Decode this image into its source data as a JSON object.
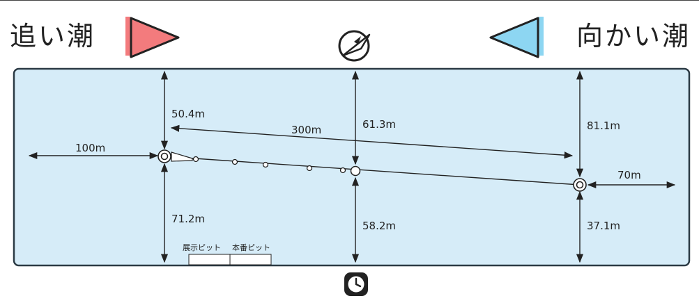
{
  "header": {
    "left_label": "追い潮",
    "right_label": "向かい潮",
    "left_flag_color": "#f37b7d",
    "right_flag_color": "#8dd6f2"
  },
  "icons": {
    "top": "wind-compass-icon",
    "bottom": "clock-icon"
  },
  "course": {
    "water_color": "#d6ecf8",
    "dimensions": {
      "start_to_wall": "100m",
      "turn1_to_top": "50.4m",
      "turn1_to_bottom": "71.2m",
      "turn_to_turn": "300m",
      "mid_to_top": "61.3m",
      "mid_to_bottom": "58.2m",
      "turn2_to_top": "81.1m",
      "turn2_to_bottom": "37.1m",
      "turn2_to_wall": "70m"
    },
    "pits": {
      "exhibition": "展示ピット",
      "main": "本番ピット"
    }
  }
}
